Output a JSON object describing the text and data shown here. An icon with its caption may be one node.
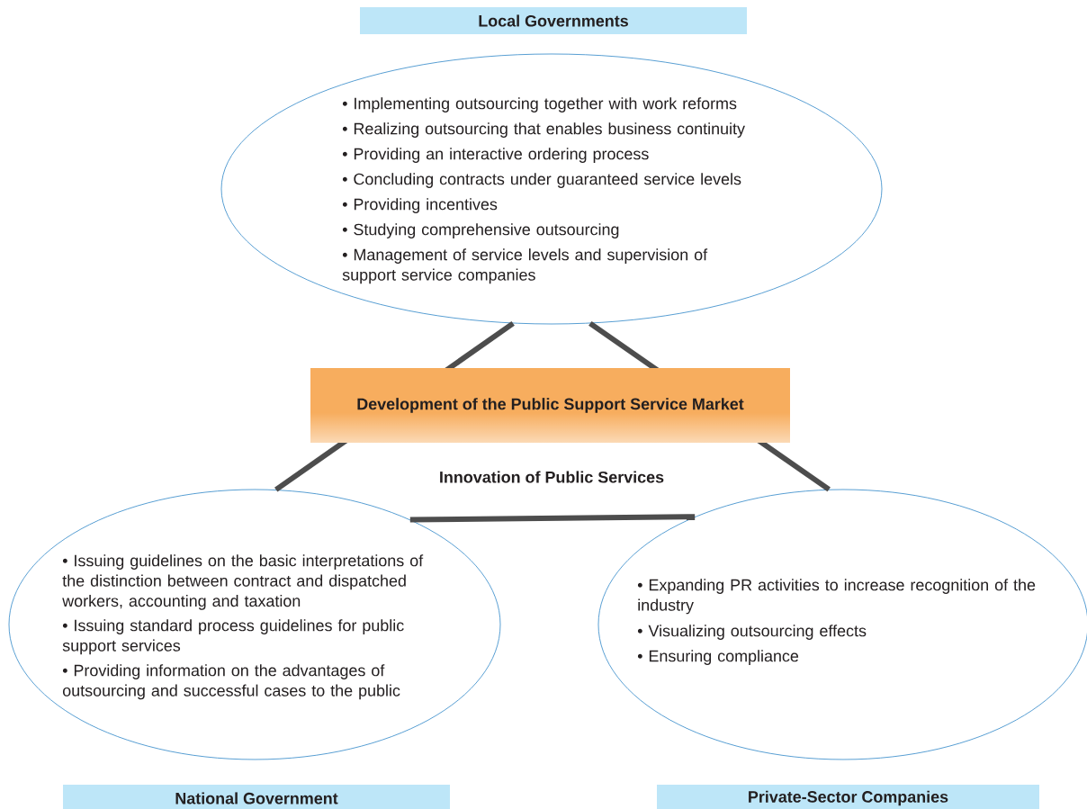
{
  "diagram": {
    "nodes": [
      {
        "text": [
          "Local Governments",
          "• Implementing outsourcing together with work reforms",
          "• Realizing outsourcing that enables business continuity",
          "• Providing an interactive ordering process",
          "• Concluding contracts under guaranteed service levels",
          "• Providing incentives",
          "• Studying comprehensive outsourcing",
          "• Management of service levels and supervision of support service companies"
        ]
      },
      {
        "text": [
          "• Issuing guidelines on the basic interpretations of the distinction between contract and dispatched workers, accounting and taxation",
          "• Issuing standard process guidelines for public support services",
          "• Providing information on the advantages of outsourcing and successful cases to the public",
          "National Government"
        ]
      },
      {
        "text": [
          "• Expanding PR activities to increase recognition of the industry",
          "• Visualizing outsourcing effects",
          "• Ensuring compliance",
          "Private-Sector Companies"
        ]
      },
      {
        "text": [
          "Development of the Public Support Service Market"
        ]
      }
    ],
    "edges": [
      {
        "from": 0,
        "to": 1,
        "arrow": "none"
      },
      {
        "from": 0,
        "to": 2,
        "arrow": "none"
      },
      {
        "from": 1,
        "to": 2,
        "arrow": "none"
      }
    ],
    "labels": [
      "Innovation of Public Services"
    ]
  }
}
